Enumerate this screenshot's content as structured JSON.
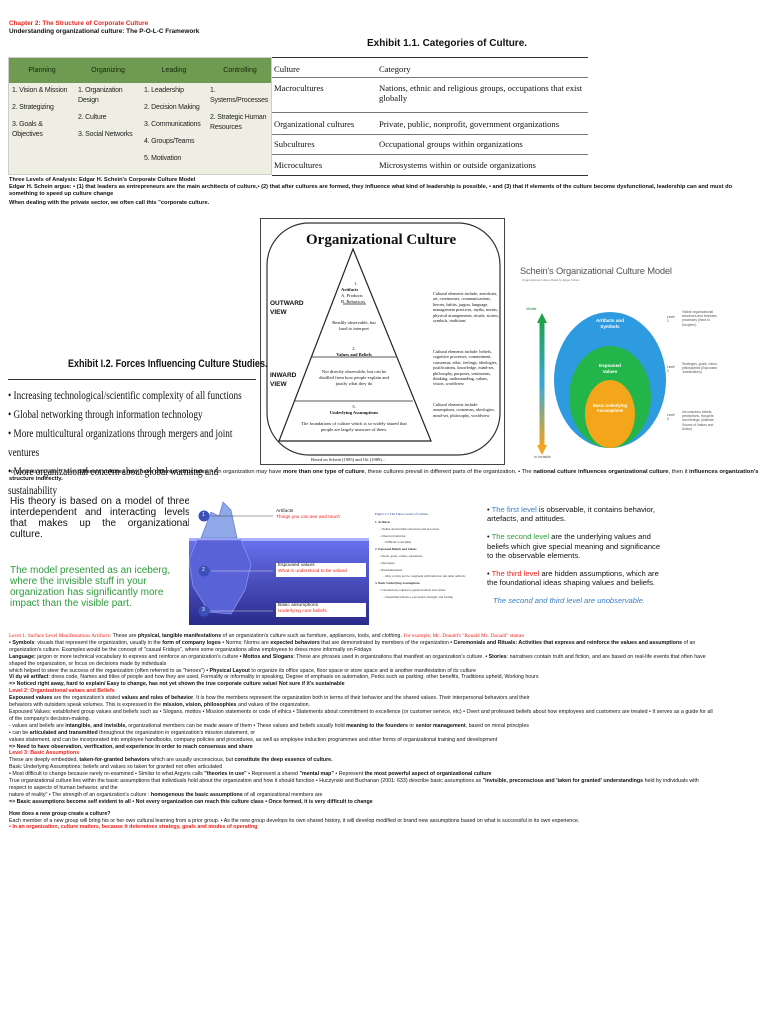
{
  "header": {
    "chapter": "Chapter 2: The Structure of Corporate Culture",
    "subtitle": "Understanding organizational culture: The P-O-L-C Framework"
  },
  "polc": {
    "columns": [
      {
        "heading": "Planning",
        "items": [
          "1. Vision & Mission",
          "2. Strategizing",
          "3. Goals & Objectives"
        ]
      },
      {
        "heading": "Organizing",
        "items": [
          "1. Organization Design",
          "2. Culture",
          "3. Social Networks"
        ]
      },
      {
        "heading": "Leading",
        "items": [
          "1. Leadership",
          "2. Decision Making",
          "3. Communications",
          "4. Groups/Teams",
          "5. Motivation"
        ]
      },
      {
        "heading": "Controlling",
        "items": [
          "1. Systems/Processes",
          "2. Strategic Human Resources"
        ]
      }
    ],
    "colors": {
      "bar": "#6f9a52",
      "body": "#efeee2"
    }
  },
  "exhibit11": {
    "title": "Exhibit 1.1.    Categories of Culture.",
    "col1": "Culture",
    "col2": "Category",
    "rows": [
      {
        "culture": "Macrocultures",
        "category": "Nations, ethnic and religious groups, occupations that exist globally"
      },
      {
        "culture": "Organizational cultures",
        "category": "Private, public, nonprofit, government organizations"
      },
      {
        "culture": "Subcultures",
        "category": "Occupational groups within organizations"
      },
      {
        "culture": "Microcultures",
        "category": "Microsystems within or outside organizations"
      }
    ]
  },
  "analysis": {
    "heading": "Three Levels of Analysis: Edgar H. Schein's Corporate Culture Model",
    "argue": "Edgar H. Schein argue: • (1) that leaders as entrepreneurs are the main architects of culture,• (2) that after cultures are formed, they influence what kind of  leadership is possible, • and (3) that if elements of the culture become dysfunctional, leadership can and must do something to speed up culture change",
    "private": "When dealing with the private sector, we often call this \"corporate culture."
  },
  "orgCulture": {
    "title": "Organizational Culture",
    "outward": "OUTWARD\nVIEW",
    "inward": "INWARD\nVIEW",
    "l1": "1.",
    "l1a": "Artifacts",
    "l1b": "A. Products",
    "l1c": "B. Behaviors",
    "l1note": "Readily observable, but hard to interpret",
    "l2": "2.",
    "l2a": "Values and Beliefs",
    "l2note": "Not directly observable, but can be distilled from how people explain and justify what they do",
    "l3": "3.",
    "l3a": "Underlying Assumptions",
    "l3note": "The foundations of culture which is so widely shared that people are largely unaware of them.",
    "r1": "Cultural elements include: anecdotes, art, ceremonies, communications, heroes, habits, jargon, language, management practices, myths, norms, physical arrangements, rituals, stories, symbols, traditions",
    "r2": "Cultural elements include: beliefs, cognitive processes, commitment, consensus, ethic, feelings, ideologies, justifications, knowledge, mind-set, philosophy, purposes, sentiments, thinking, understanding, values, vision, worldview",
    "r3": "Cultural elements include: assumptions, consensus, ideologies, mind-set, philosophy, worldview",
    "source": "Based on Schein (1985) and Ott (1989)..."
  },
  "scheinModel": {
    "title": "Schein's Organizational Culture Model",
    "small": "Organizational Culture Model by Edgar Schein",
    "visible": "Visible",
    "invisible": "to Invisible",
    "artifacts": "Artifacts and Symbols",
    "espoused": "Espoused Values",
    "basic": "Basic Underlying Assumptions",
    "level1": "Level 1",
    "level2": "Level 2",
    "level3": "Level 3",
    "note1": "Visible organizational structures and business processes (Hard to Decipher)",
    "note2": "Strategies, goals, vision, philosophies (Espoused Justifications)",
    "note3": "Unconscious beliefs, perceptions, thoughts and feelings (Ultimate Source of Values and Action)"
  },
  "exhibit12": {
    "title": "Exhibit I.2.    Forces Influencing Culture Studies.",
    "items": [
      "Increasing technological/scientific complexity of all functions",
      "Global networking through information technology",
      "More multicultural organizations through mergers and joint ventures",
      "More organizational concern about global warming and sustainability"
    ]
  },
  "differentCultures": {
    "p1": "-organizations which have ",
    "p1b": "different cultures may have different structures",
    "p2": ". • An organization may have ",
    "p2b": "more than one type of culture",
    "p3": ", these cultures prevail in different parts of the organization. • The ",
    "p3b": "national culture influences organizational culture",
    "p4": ", then it ",
    "p4b": "influences organization's structure indirectly."
  },
  "iceberg": {
    "theory": "His theory is based on a model of three interdependent and interacting levels that makes up the organizational culture.",
    "model": "The model presented as an iceberg, where the invisible stuff in your organization has significantly more impact than the visible part.",
    "n1": "1",
    "n2": "2",
    "n3": "3",
    "artifacts": "Artifacts",
    "artifactsSub": "Things you can see and touch",
    "espoused": "Espoused values",
    "espousedSub": "What is understood to be valued",
    "basic": "Basic assumptions",
    "basicSub": "Underlying core beliefs"
  },
  "figure": {
    "title": "Figure 2.1 The Three Levels of Culture",
    "lines": [
      "1. Artifacts",
      "– Visible and invisible structures and processes",
      "– Observed behavior",
      "– Difficult to decipher",
      "2. Espoused Beliefs and Values",
      "– Ideals, goals, values, aspirations",
      "– Ideologies",
      "– Rationalizations",
      "– May or may not be congruent with behavior and other artifacts",
      "3. Basic Underlying Assumptions",
      "– Unconscious, taken-for-granted beliefs and values",
      "– Determine behavior, perception, thought, and feeling"
    ]
  },
  "levels": {
    "l1a": "The first level",
    "l1b": " is observable, it contains behavior, artefacts, and attitudes.",
    "l2a": "The second level",
    "l2b": " are the underlying values and beliefs which give special meaning and significance to the observable elements.",
    "l3a": "The third level",
    "l3b": " are hidden assumptions, which are the foundational ideas shaping values and beliefs.",
    "note": "The second and third level are unobservable."
  },
  "body": {
    "lvl1Title": "Level 1: Surface Level Manifestations",
    "lvl1Artifacts": " Artifacts: ",
    "lvl1Intro": "These are ",
    "lvl1Bold": "physical, tangible manifestations",
    "lvl1Rest": " of an organization's culture such as furniture, appliances, tools, and clothing. ",
    "lvl1Example": "For example, Mc. Donald's \"Ronald Mc. Donald\" statues",
    "symbols": "• Symbols",
    "symbolsText": ": visuals that represent the organization, usually in the ",
    "symbolsBold": "form of company logos",
    "norms": " • Norms",
    "normsText": ": Norms are ",
    "normsBold": "expected behaviors",
    "normsRest": " that are demonstrated by members of the organization ",
    "ceremonies": "• Ceremonials and Rituals: Activities that express and reinforce the values and assumptions",
    "ceremoniesRest": " of an organization's culture. Examples would be the concept of \"casual Fridays\", where some organizations allow employees to dress more informally on Fridays",
    "language": "Language:",
    "languageText": " jargon or more technical vocabulary to express and reinforce an organization's culture ",
    "mottos": "• Mottos and Slogans",
    "mottosText": ": These are phrases used in organizations that manifest an organization's culture. ",
    "stories": "• Stories",
    "storiesText": ": narratives contain truth and fiction, and are based on real-life events that often have shaped the organization, or focus on decisions made by individuals",
    "physical": "which helped to steer the success of the organization (often referred to as \"heroes\") ",
    "physicalBold": "• Physical Layout",
    "physicalText": " to organize its office space, floor space or store space and is another manifestation of its culture",
    "vidu": "Ví dụ về artifact",
    "viduText": ": dress code,  Names and titles of people and how they are used,  Formality or informality in speaking,  Degree of emphasis on automation, Perks such as parking, other benefits, Traditions upheld, Working hours",
    "noticed": "=> Noticed right away, hard to explain/  Easy to change, has not yet shown the true corporate culture value/ Not sure if it's sustainable",
    "lvl2Title": "Level 2: Organizational values and Beliefs",
    "espoused": "Espoused values",
    "espousedText": " are the organization's stated ",
    "espousedBold": "values and rules of behavior",
    "espousedRest": ". It is how the members represent the organization both in terms of their behavior and the shared values. Their interpersonal behaviors and their",
    "behaviors": "behaviors with outsiders speak volumes. This is expressed in the ",
    "behaviorsBold": "mission, vision, philosophies",
    "behaviorsRest": " and values of the organization.",
    "espousedValues": "Espoused Values: established group values and beliefs such as  • Slogans, mottos • Mission statements or code of ethics • Statements about commitment to excellence (or customer service, etc) • Overt and professed beliefs about how employees and customers are treated • It serves as a guide for all of the company's decision-making.",
    "valuesBeliefs": "- values and beliefs are ",
    "valuesBeliefsBold": "intangible, and invisible,",
    "valuesBeliefsText": " organizational members can be made aware of them • These values and beliefs usually hold ",
    "meaning": "meaning to the founders",
    "or": " or ",
    "senior": "senior management",
    "basedMoral": ", based on moral principles",
    "articulated": "• can be ",
    "articulatedBold": "articulated and transmitted",
    "articulatedText": " throughout the organization in organization's mission statement, or",
    "valuesStatement": "values statement, and can be incorporated into employee handbooks, company policies and procedures, as well as employee induction programmes and other forms of organizational training and development",
    "needToHave": "=> Need to have observation, verification, and experience in order to reach consensus and share",
    "lvl3Title": "Level 3: Basic Assumptions",
    "deeply": "These are deeply embedded, ",
    "deeplyBold": "taken-for-granted behaviors",
    "deeplyText": " which are usually unconscious, but ",
    "deeplyBold2": "constitute the deep essence of culture.",
    "basicUnderlying": "Basic Underlying Assumptions: beliefs and values so taken for granted not often articulated",
    "mostDifficult": "• Most difficult to change because rarely re-examined • Similar to what Argyris calls ",
    "theories": "\"theories in use\"",
    "represent": " • Represent a shared ",
    "mentalMap": "\"mental map\"",
    "represent2": " • Represent ",
    "powerful": "the most powerful aspect of organizational culture",
    "trueCulture": "True organizational culture lies within the basic assumptions that individuals hold about the organization and how it should function • Huczynski and Buchanan (2001: 633) describe basic assumptions as ",
    "invisible": "\"invisible, preconscious and 'taken for granted' understandings",
    "invisibleText": " held by individuals with respect to aspects of human behavior, and the",
    "nature": "nature of reality\" • The strength of an organization's culture : ",
    "homogenous": "homogenous the basic assumptions",
    "natureRest": " of all organizational members are",
    "selfEvident": "=> Basic assumptions become self evident to all • Not every organization can reach this culture class • Once formed, it is very difficult to change",
    "howCreate": "How does a new group create a culture?",
    "eachMember": "Each member of a new group will bring his or her own cultural learning from a prior group. • As the new group develops its own shared history, it will develop modified or brand new assumptions based on what is successful in its own experience.",
    "culturMatters": "• In an organization, culture matters, because it determines strategy, goals and modes of operating"
  }
}
